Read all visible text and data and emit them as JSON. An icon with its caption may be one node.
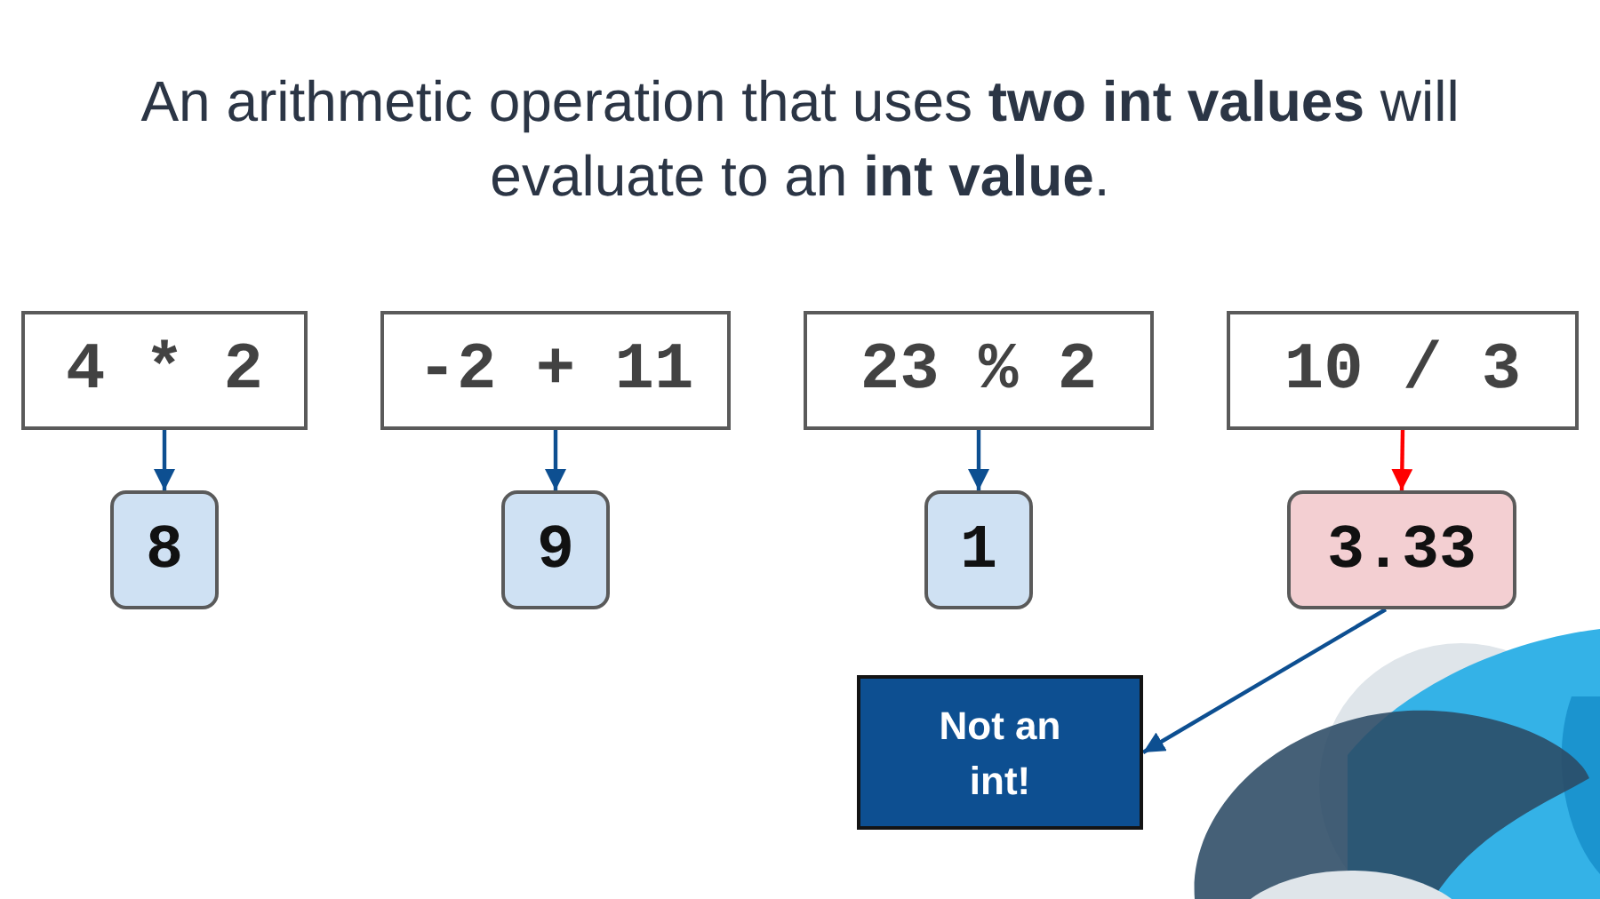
{
  "diagram": {
    "title": "An arithmetic operation that uses **two int values** will evaluate to an **int value**.",
    "nodes": [
      {
        "text": [
          "4 * 2"
        ]
      },
      {
        "text": [
          "-2 + 11"
        ]
      },
      {
        "text": [
          "23 % 2"
        ]
      },
      {
        "text": [
          "10 / 3"
        ]
      },
      {
        "text": [
          "8"
        ]
      },
      {
        "text": [
          "9"
        ]
      },
      {
        "text": [
          "1"
        ]
      },
      {
        "text": [
          "3.33"
        ]
      },
      {
        "text": [
          "Not an int!"
        ]
      }
    ],
    "edges": [
      {
        "from": 0,
        "to": 4,
        "arrow": "to"
      },
      {
        "from": 1,
        "to": 5,
        "arrow": "to"
      },
      {
        "from": 2,
        "to": 6,
        "arrow": "to"
      },
      {
        "from": 3,
        "to": 7,
        "arrow": "to",
        "color": "#ff0000"
      },
      {
        "from": 7,
        "to": 8,
        "arrow": "to"
      }
    ]
  }
}
